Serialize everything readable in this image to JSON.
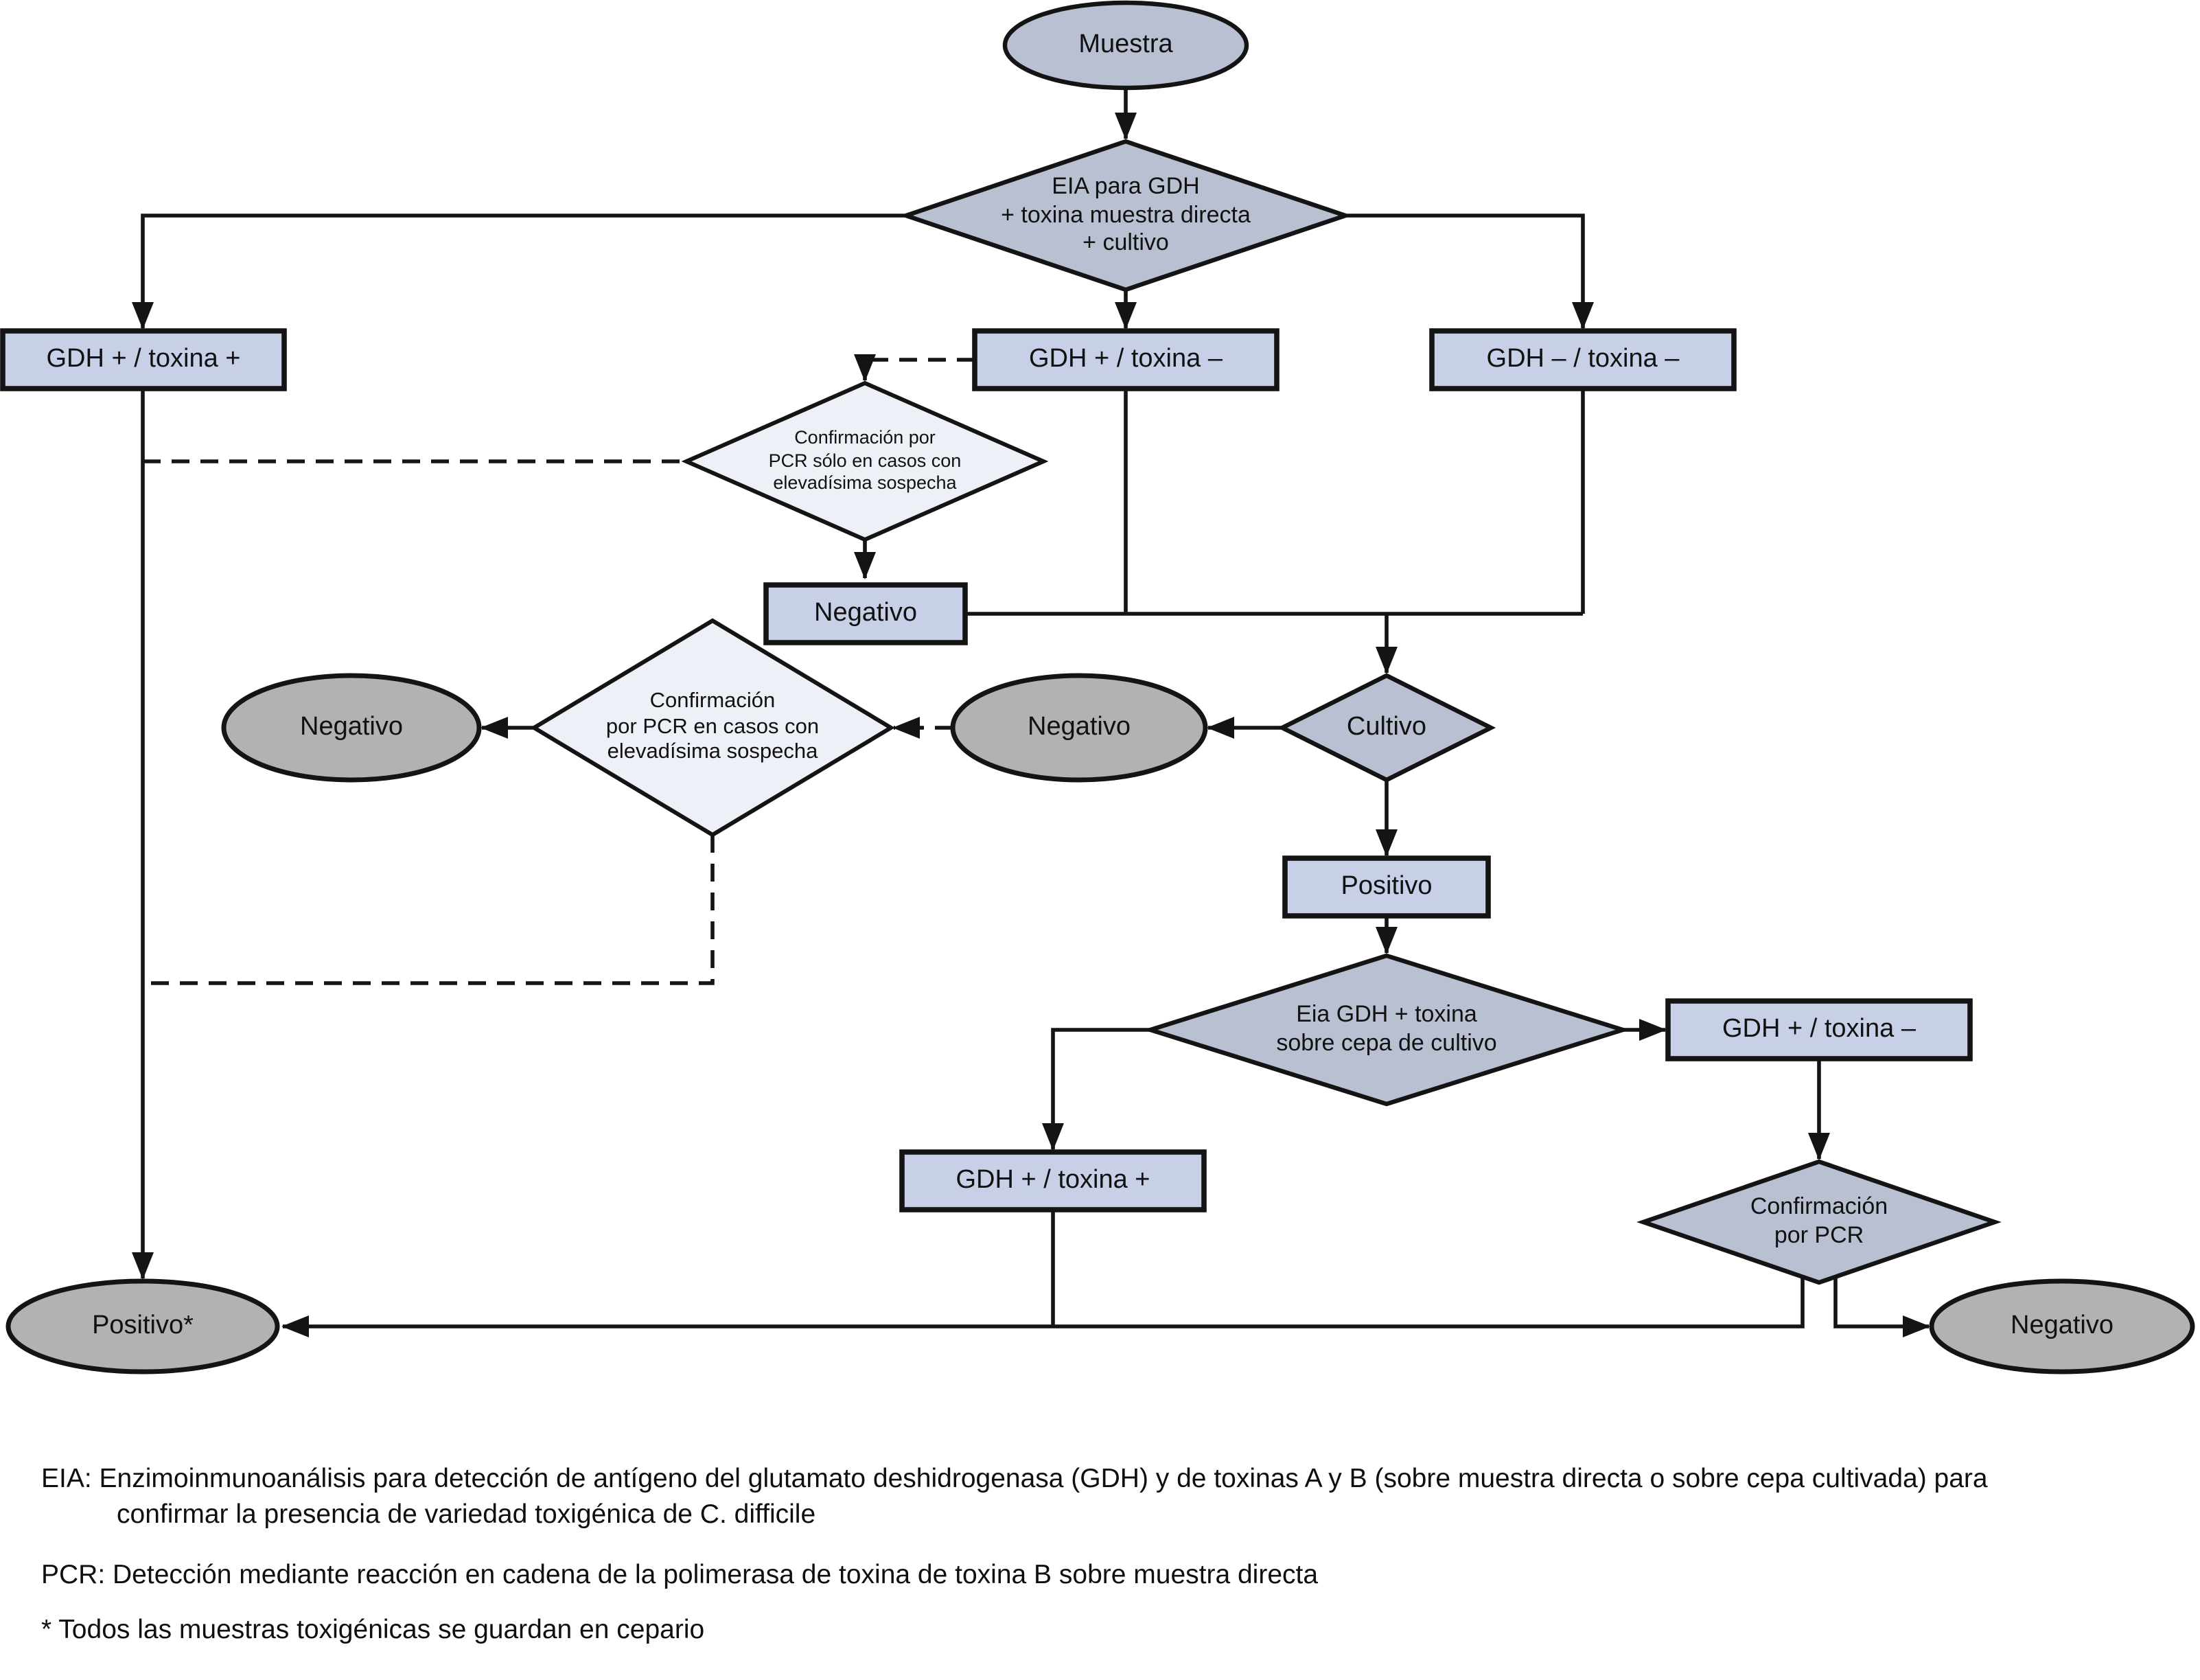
{
  "flowchart": {
    "nodes": {
      "muestra": {
        "shape": "ellipse",
        "label": "Muestra"
      },
      "eia_test": {
        "shape": "diamond",
        "lines": [
          "EIA para GDH",
          "+ toxina muestra directa",
          "+ cultivo"
        ]
      },
      "gdh_pos_toxin_pos": {
        "shape": "box",
        "label": "GDH + / toxina +"
      },
      "gdh_pos_toxin_neg": {
        "shape": "box",
        "label": "GDH + / toxina –"
      },
      "gdh_neg_toxin_neg": {
        "shape": "box",
        "label": "GDH – / toxina –"
      },
      "pcr_confirm_direct": {
        "shape": "diamond",
        "lines": [
          "Confirmación por",
          "PCR sólo en casos con",
          "elevadísima sospecha"
        ]
      },
      "negativo_box": {
        "shape": "box",
        "label": "Negativo"
      },
      "pcr_confirm_suspect": {
        "shape": "diamond",
        "lines": [
          "Confirmación",
          "por PCR en casos con",
          "elevadísima sospecha"
        ]
      },
      "negativo_end_left": {
        "shape": "ellipse",
        "label": "Negativo"
      },
      "negativo_end_mid": {
        "shape": "ellipse",
        "label": "Negativo"
      },
      "cultivo": {
        "shape": "diamond",
        "label": "Cultivo"
      },
      "positivo_box": {
        "shape": "box",
        "label": "Positivo"
      },
      "eia_on_culture": {
        "shape": "diamond",
        "lines": [
          "Eia GDH + toxina",
          "sobre cepa de cultivo"
        ]
      },
      "gdh_pos_toxin_neg_culture": {
        "shape": "box",
        "label": "GDH + / toxina –"
      },
      "gdh_pos_toxin_pos_culture": {
        "shape": "box",
        "label": "GDH + / toxina +"
      },
      "pcr_confirm_final": {
        "shape": "diamond",
        "lines": [
          "Confirmación",
          "por PCR"
        ]
      },
      "positivo_end": {
        "shape": "ellipse",
        "label": "Positivo*"
      },
      "negativo_end_right": {
        "shape": "ellipse",
        "label": "Negativo"
      }
    },
    "notes": {
      "eia_line1": "EIA: Enzimoinmunoanálisis para detección de antígeno del glutamato deshidrogenasa (GDH) y de toxinas A y B (sobre muestra directa o sobre cepa cultivada) para",
      "eia_line2": "confirmar la presencia de variedad toxigénica de C. difficile",
      "pcr": "PCR: Detección mediante reacción en cadena de la polimerasa de toxina de toxina B sobre muestra directa",
      "asterisk": "* Todos las muestras toxigénicas se guardan en cepario"
    },
    "colors": {
      "decision_fill": "#b9c0d1",
      "result_box_fill": "#c8d0e8",
      "optional_diamond_fill": "#eef0f8",
      "terminal_ellipse_fill": "#b2b2b2",
      "line": "#141414",
      "background": "#ffffff"
    }
  }
}
